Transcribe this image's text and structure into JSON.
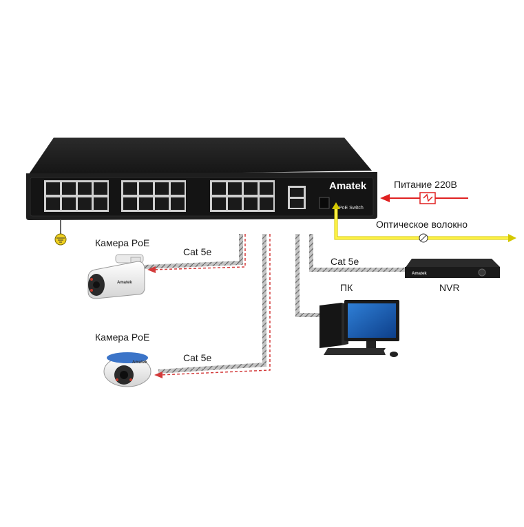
{
  "switch": {
    "brand": "Amatek",
    "model_label": "PoE Switch"
  },
  "labels": {
    "camera_top": "Камера PoE",
    "camera_bottom": "Камера PoE",
    "cable_top": "Cat 5e",
    "cable_bottom": "Cat 5e",
    "cable_nvr": "Cat 5e",
    "pc": "ПК",
    "nvr": "NVR",
    "power": "Питание 220В",
    "fiber": "Оптическое волокно"
  },
  "nvr_brand": "Amatek",
  "colors": {
    "switch_body": "#1c1c1c",
    "power_line": "#e02020",
    "fiber_line": "#f2e600",
    "poe_line": "#d33a3a",
    "cable": "#b9b9b9"
  }
}
